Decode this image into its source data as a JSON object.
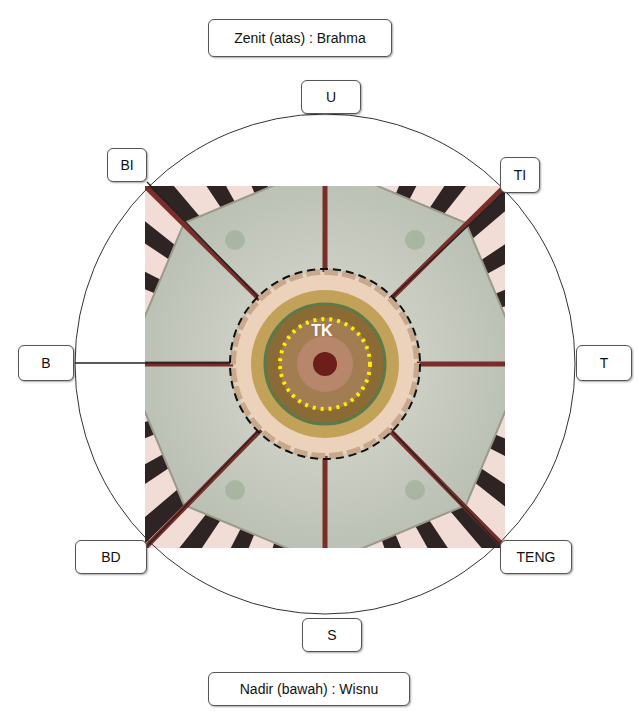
{
  "diagram": {
    "nodes": [
      {
        "text": [
          "Zenit (atas) : Brahma"
        ]
      },
      {
        "text": [
          "U"
        ]
      },
      {
        "text": [
          "BI"
        ]
      },
      {
        "text": [
          "TI"
        ]
      },
      {
        "text": [
          "B"
        ]
      },
      {
        "text": [
          "T"
        ]
      },
      {
        "text": [
          "BD"
        ]
      },
      {
        "text": [
          "TENG"
        ]
      },
      {
        "text": [
          "S"
        ]
      },
      {
        "text": [
          "Nadir (bawah) : Wisnu"
        ]
      }
    ],
    "labels": [
      "TK"
    ]
  }
}
